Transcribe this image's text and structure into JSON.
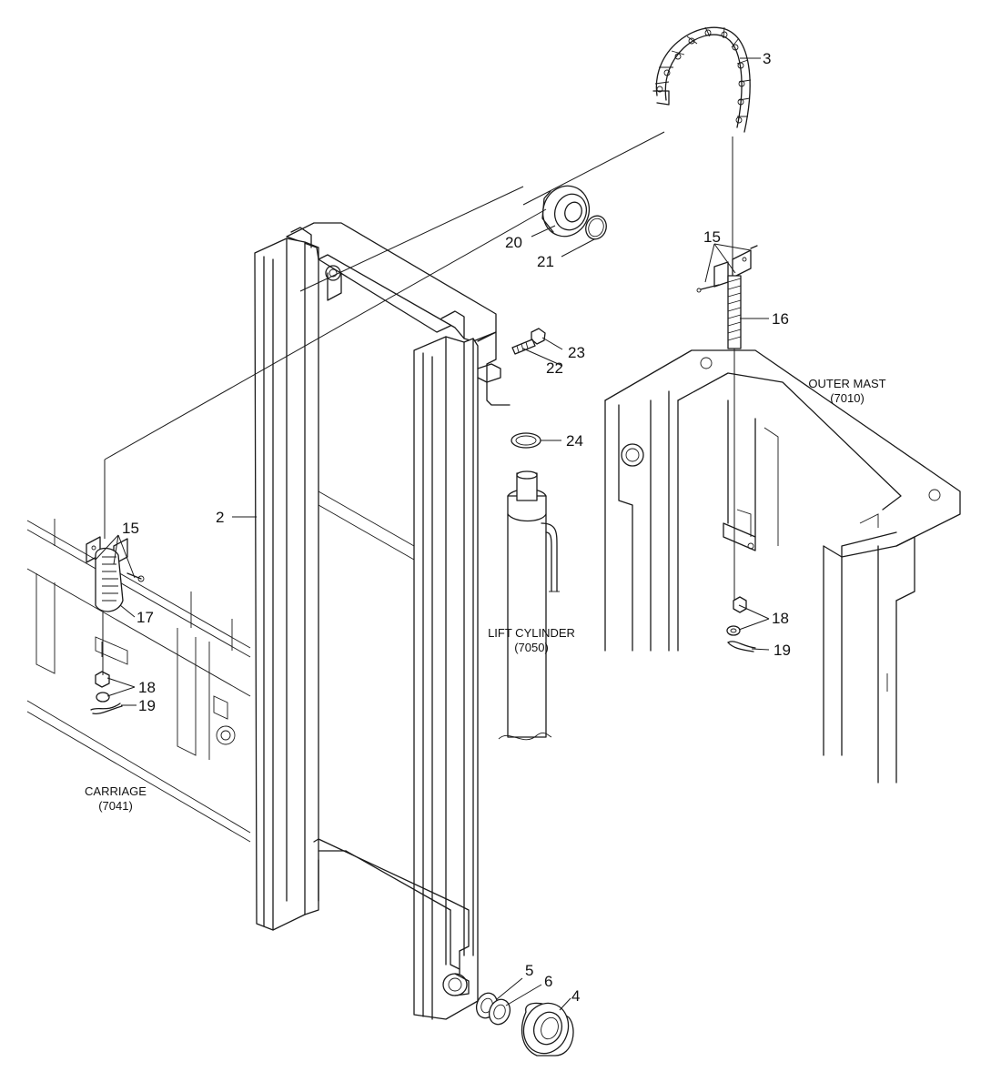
{
  "callouts": {
    "c2": "2",
    "c3": "3",
    "c4": "4",
    "c5": "5",
    "c6": "6",
    "c15a": "15",
    "c15b": "15",
    "c16": "16",
    "c17": "17",
    "c18a": "18",
    "c18b": "18",
    "c19a": "19",
    "c19b": "19",
    "c20": "20",
    "c21": "21",
    "c22": "22",
    "c23": "23",
    "c24": "24"
  },
  "assemblies": {
    "outer_mast": {
      "name": "OUTER MAST",
      "code": "(7010)"
    },
    "lift_cylinder": {
      "name": "LIFT CYLINDER",
      "code": "(7050)"
    },
    "carriage": {
      "name": "CARRIAGE",
      "code": "(7041)"
    }
  },
  "colors": {
    "line": "#1a1a1a",
    "background": "#ffffff"
  }
}
